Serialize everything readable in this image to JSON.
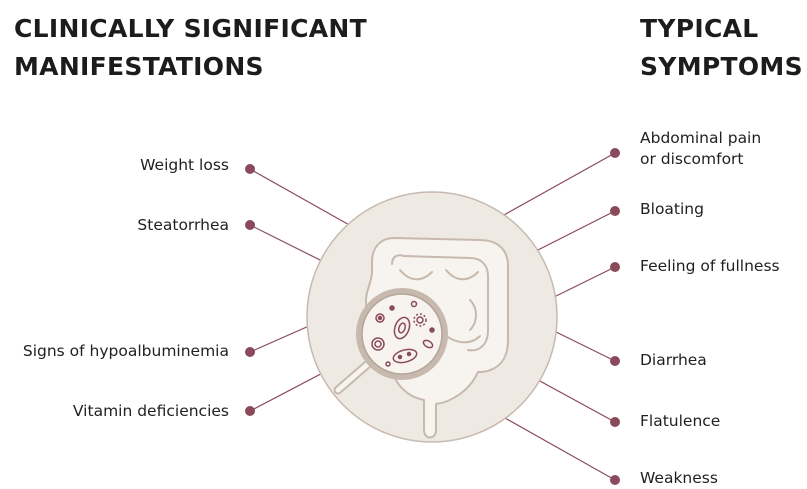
{
  "headings": {
    "left": [
      "CLINICALLY SIGNIFICANT",
      "MANIFESTATIONS"
    ],
    "right": [
      "TYPICAL",
      "SYMPTOMS"
    ]
  },
  "manifestations": [
    "Weight loss",
    "Steatorrhea",
    "Signs of hypoalbuminemia",
    "Vitamin deficiencies"
  ],
  "symptoms": [
    [
      "Abdominal pain",
      "or discomfort"
    ],
    [
      "Bloating"
    ],
    [
      "Feeling of fullness"
    ],
    [
      "Diarrhea"
    ],
    [
      "Flatulence"
    ],
    [
      "Weakness"
    ]
  ],
  "colors": {
    "accent": "#8a4a5c",
    "circle_fill": "#efe9e3",
    "circle_stroke": "#c8b9ae",
    "text": "#231f20"
  },
  "icons": [
    "intestine-icon",
    "magnifier-icon",
    "microbe-icon"
  ]
}
